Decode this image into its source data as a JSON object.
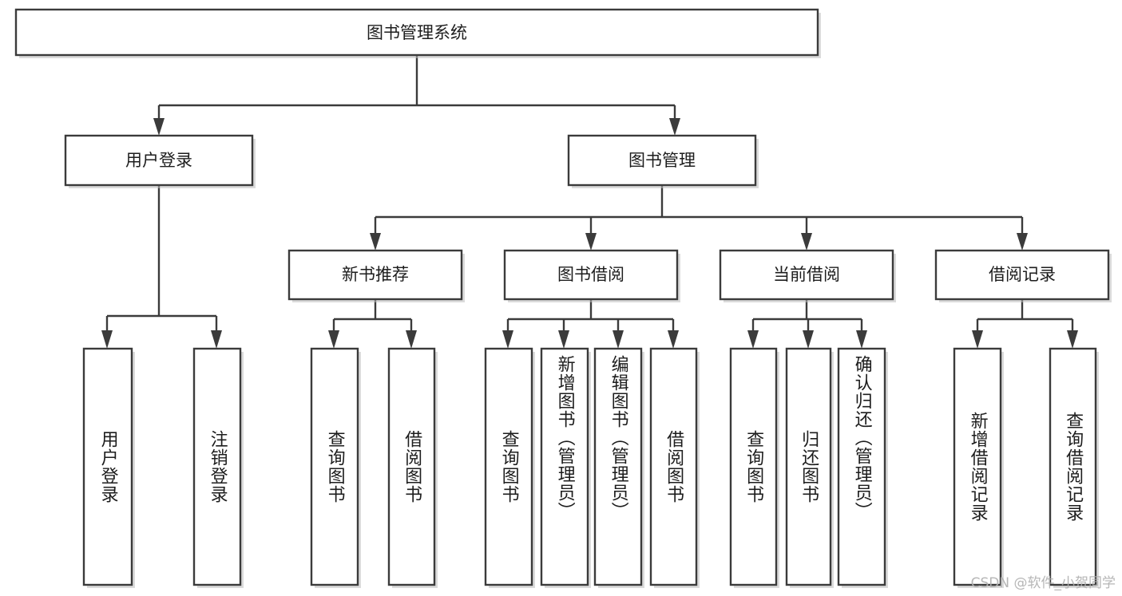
{
  "diagram": {
    "type": "tree-hierarchy",
    "orientation": "top-down",
    "root": {
      "id": "root",
      "label": "图书管理系统"
    },
    "level2": [
      {
        "id": "user-login",
        "label": "用户登录"
      },
      {
        "id": "book-management",
        "label": "图书管理"
      }
    ],
    "level3": [
      {
        "id": "new-book-recommend",
        "label": "新书推荐",
        "parent": "book-management"
      },
      {
        "id": "book-borrow",
        "label": "图书借阅",
        "parent": "book-management"
      },
      {
        "id": "current-borrow",
        "label": "当前借阅",
        "parent": "book-management"
      },
      {
        "id": "borrow-record",
        "label": "借阅记录",
        "parent": "book-management"
      }
    ],
    "leaves": [
      {
        "id": "leaf-user-login",
        "label": "用户登录",
        "parent": "user-login"
      },
      {
        "id": "leaf-logout",
        "label": "注销登录",
        "parent": "user-login"
      },
      {
        "id": "leaf-query-book-1",
        "label": "查询图书",
        "parent": "new-book-recommend"
      },
      {
        "id": "leaf-borrow-book-1",
        "label": "借阅图书",
        "parent": "new-book-recommend"
      },
      {
        "id": "leaf-query-book-2",
        "label": "查询图书",
        "parent": "book-borrow"
      },
      {
        "id": "leaf-add-book",
        "label": "新增图书（管理员）",
        "parent": "book-borrow"
      },
      {
        "id": "leaf-edit-book",
        "label": "编辑图书（管理员）",
        "parent": "book-borrow"
      },
      {
        "id": "leaf-borrow-book-2",
        "label": "借阅图书",
        "parent": "book-borrow"
      },
      {
        "id": "leaf-query-book-3",
        "label": "查询图书",
        "parent": "current-borrow"
      },
      {
        "id": "leaf-return-book",
        "label": "归还图书",
        "parent": "current-borrow"
      },
      {
        "id": "leaf-confirm-return",
        "label": "确认归还（管理员）",
        "parent": "current-borrow"
      },
      {
        "id": "leaf-add-record",
        "label": "新增借阅记录",
        "parent": "borrow-record"
      },
      {
        "id": "leaf-query-record",
        "label": "查询借阅记录",
        "parent": "borrow-record"
      }
    ],
    "colors": {
      "box_fill": "#ffffff",
      "box_stroke": "#3b3b3b",
      "text": "#1d1d1d",
      "background": "#ffffff",
      "watermark": "#b0b0b0"
    }
  },
  "watermark": {
    "text": "CSDN @软件_小贺同学"
  }
}
